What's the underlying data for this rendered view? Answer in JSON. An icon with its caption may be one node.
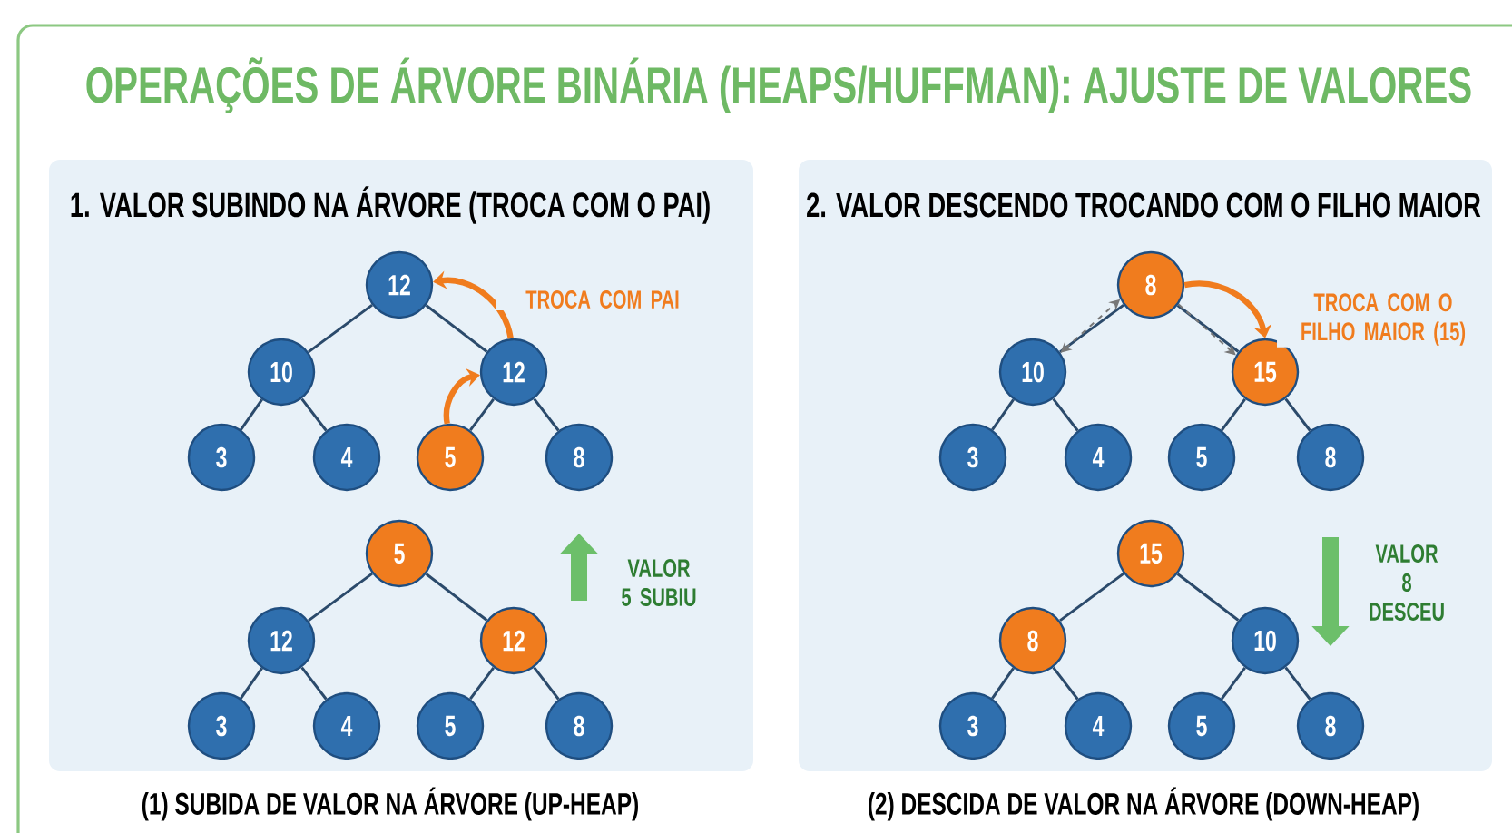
{
  "diagram": {
    "title": "OPERAÇÕES DE ÁRVORE BINÁRIA (HEAPS/HUFFMAN): AJUSTE DE VALORES",
    "nodes": [
      {
        "text": [
          "1. VALOR SUBINDO NA ÁRVORE (TROCA COM O PAI)"
        ],
        "beside": [
          "(1) SUBIDA DE VALOR NA ÁRVORE (UP-HEAP)"
        ]
      },
      {
        "text": [
          "12"
        ],
        "in": 0
      },
      {
        "text": [
          "10"
        ],
        "in": 0
      },
      {
        "text": [
          "12"
        ],
        "in": 0
      },
      {
        "text": [
          "3"
        ],
        "in": 0
      },
      {
        "text": [
          "4"
        ],
        "in": 0
      },
      {
        "text": [
          "5"
        ],
        "in": 0
      },
      {
        "text": [
          "8"
        ],
        "in": 0
      },
      {
        "text": [
          "5"
        ],
        "in": 0
      },
      {
        "text": [
          "12"
        ],
        "in": 0
      },
      {
        "text": [
          "12"
        ],
        "in": 0
      },
      {
        "text": [
          "3"
        ],
        "in": 0
      },
      {
        "text": [
          "4"
        ],
        "in": 0
      },
      {
        "text": [
          "5"
        ],
        "in": 0
      },
      {
        "text": [
          "8"
        ],
        "in": 0
      },
      {
        "text": [
          "2. VALOR DESCENDO TROCANDO COM O FILHO MAIOR"
        ],
        "beside": [
          "(2) DESCIDA DE VALOR NA ÁRVORE (DOWN-HEAP)"
        ]
      },
      {
        "text": [
          "8"
        ],
        "in": 15
      },
      {
        "text": [
          "10"
        ],
        "in": 15
      },
      {
        "text": [
          "15"
        ],
        "in": 15
      },
      {
        "text": [
          "3"
        ],
        "in": 15
      },
      {
        "text": [
          "4"
        ],
        "in": 15
      },
      {
        "text": [
          "5"
        ],
        "in": 15
      },
      {
        "text": [
          "8"
        ],
        "in": 15
      },
      {
        "text": [
          "15"
        ],
        "in": 15
      },
      {
        "text": [
          "8"
        ],
        "in": 15
      },
      {
        "text": [
          "10"
        ],
        "in": 15
      },
      {
        "text": [
          "3"
        ],
        "in": 15
      },
      {
        "text": [
          "4"
        ],
        "in": 15
      },
      {
        "text": [
          "5"
        ],
        "in": 15
      },
      {
        "text": [
          "8"
        ],
        "in": 15
      }
    ],
    "edges": [
      {
        "from": 1,
        "to": 2,
        "arrow": "none"
      },
      {
        "from": 1,
        "to": 3,
        "arrow": "none"
      },
      {
        "from": 2,
        "to": 4,
        "arrow": "none"
      },
      {
        "from": 2,
        "to": 5,
        "arrow": "none"
      },
      {
        "from": 3,
        "to": 6,
        "arrow": "none"
      },
      {
        "from": 3,
        "to": 7,
        "arrow": "none"
      },
      {
        "from": 8,
        "to": 9,
        "arrow": "none"
      },
      {
        "from": 8,
        "to": 10,
        "arrow": "none"
      },
      {
        "from": 9,
        "to": 11,
        "arrow": "none"
      },
      {
        "from": 9,
        "to": 12,
        "arrow": "none"
      },
      {
        "from": 10,
        "to": 13,
        "arrow": "none"
      },
      {
        "from": 10,
        "to": 14,
        "arrow": "none"
      },
      {
        "from": 16,
        "to": 17,
        "arrow": "none"
      },
      {
        "from": 16,
        "to": 18,
        "arrow": "none"
      },
      {
        "from": 17,
        "to": 19,
        "arrow": "none"
      },
      {
        "from": 17,
        "to": 20,
        "arrow": "none"
      },
      {
        "from": 18,
        "to": 21,
        "arrow": "none"
      },
      {
        "from": 18,
        "to": 22,
        "arrow": "none"
      },
      {
        "from": 23,
        "to": 24,
        "arrow": "none"
      },
      {
        "from": 23,
        "to": 25,
        "arrow": "none"
      },
      {
        "from": 24,
        "to": 26,
        "arrow": "none"
      },
      {
        "from": 24,
        "to": 27,
        "arrow": "none"
      },
      {
        "from": 25,
        "to": 28,
        "arrow": "none"
      },
      {
        "from": 25,
        "to": 29,
        "arrow": "none"
      },
      {
        "from": 6,
        "to": 3,
        "arrow": "to",
        "style": "thick",
        "color": "#f07c1e"
      },
      {
        "from": 3,
        "to": 1,
        "arrow": "to",
        "style": "thick",
        "color": "#f07c1e",
        "label": "TROCA COM PAI"
      },
      {
        "from": 16,
        "to": 18,
        "arrow": "to",
        "style": "thick",
        "color": "#f07c1e",
        "label": "TROCA COM O FILHO MAIOR (15)"
      },
      {
        "from": 17,
        "to": 16,
        "arrow": "both",
        "style": "dashed",
        "color": "#777777"
      },
      {
        "from": 16,
        "to": 18,
        "arrow": "to",
        "style": "dashed",
        "color": "#777777"
      }
    ],
    "labels": [
      "VALOR 5 SUBIU",
      "VALOR 8 DESCEU"
    ]
  }
}
